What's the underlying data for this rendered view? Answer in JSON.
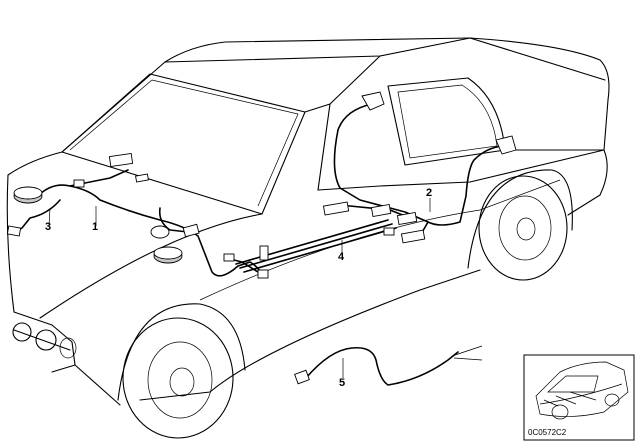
{
  "callouts": {
    "c1": "1",
    "c2": "2",
    "c3": "3",
    "c4": "4",
    "c5": "5"
  },
  "inset": {
    "ref_code": "0C0572C2"
  }
}
